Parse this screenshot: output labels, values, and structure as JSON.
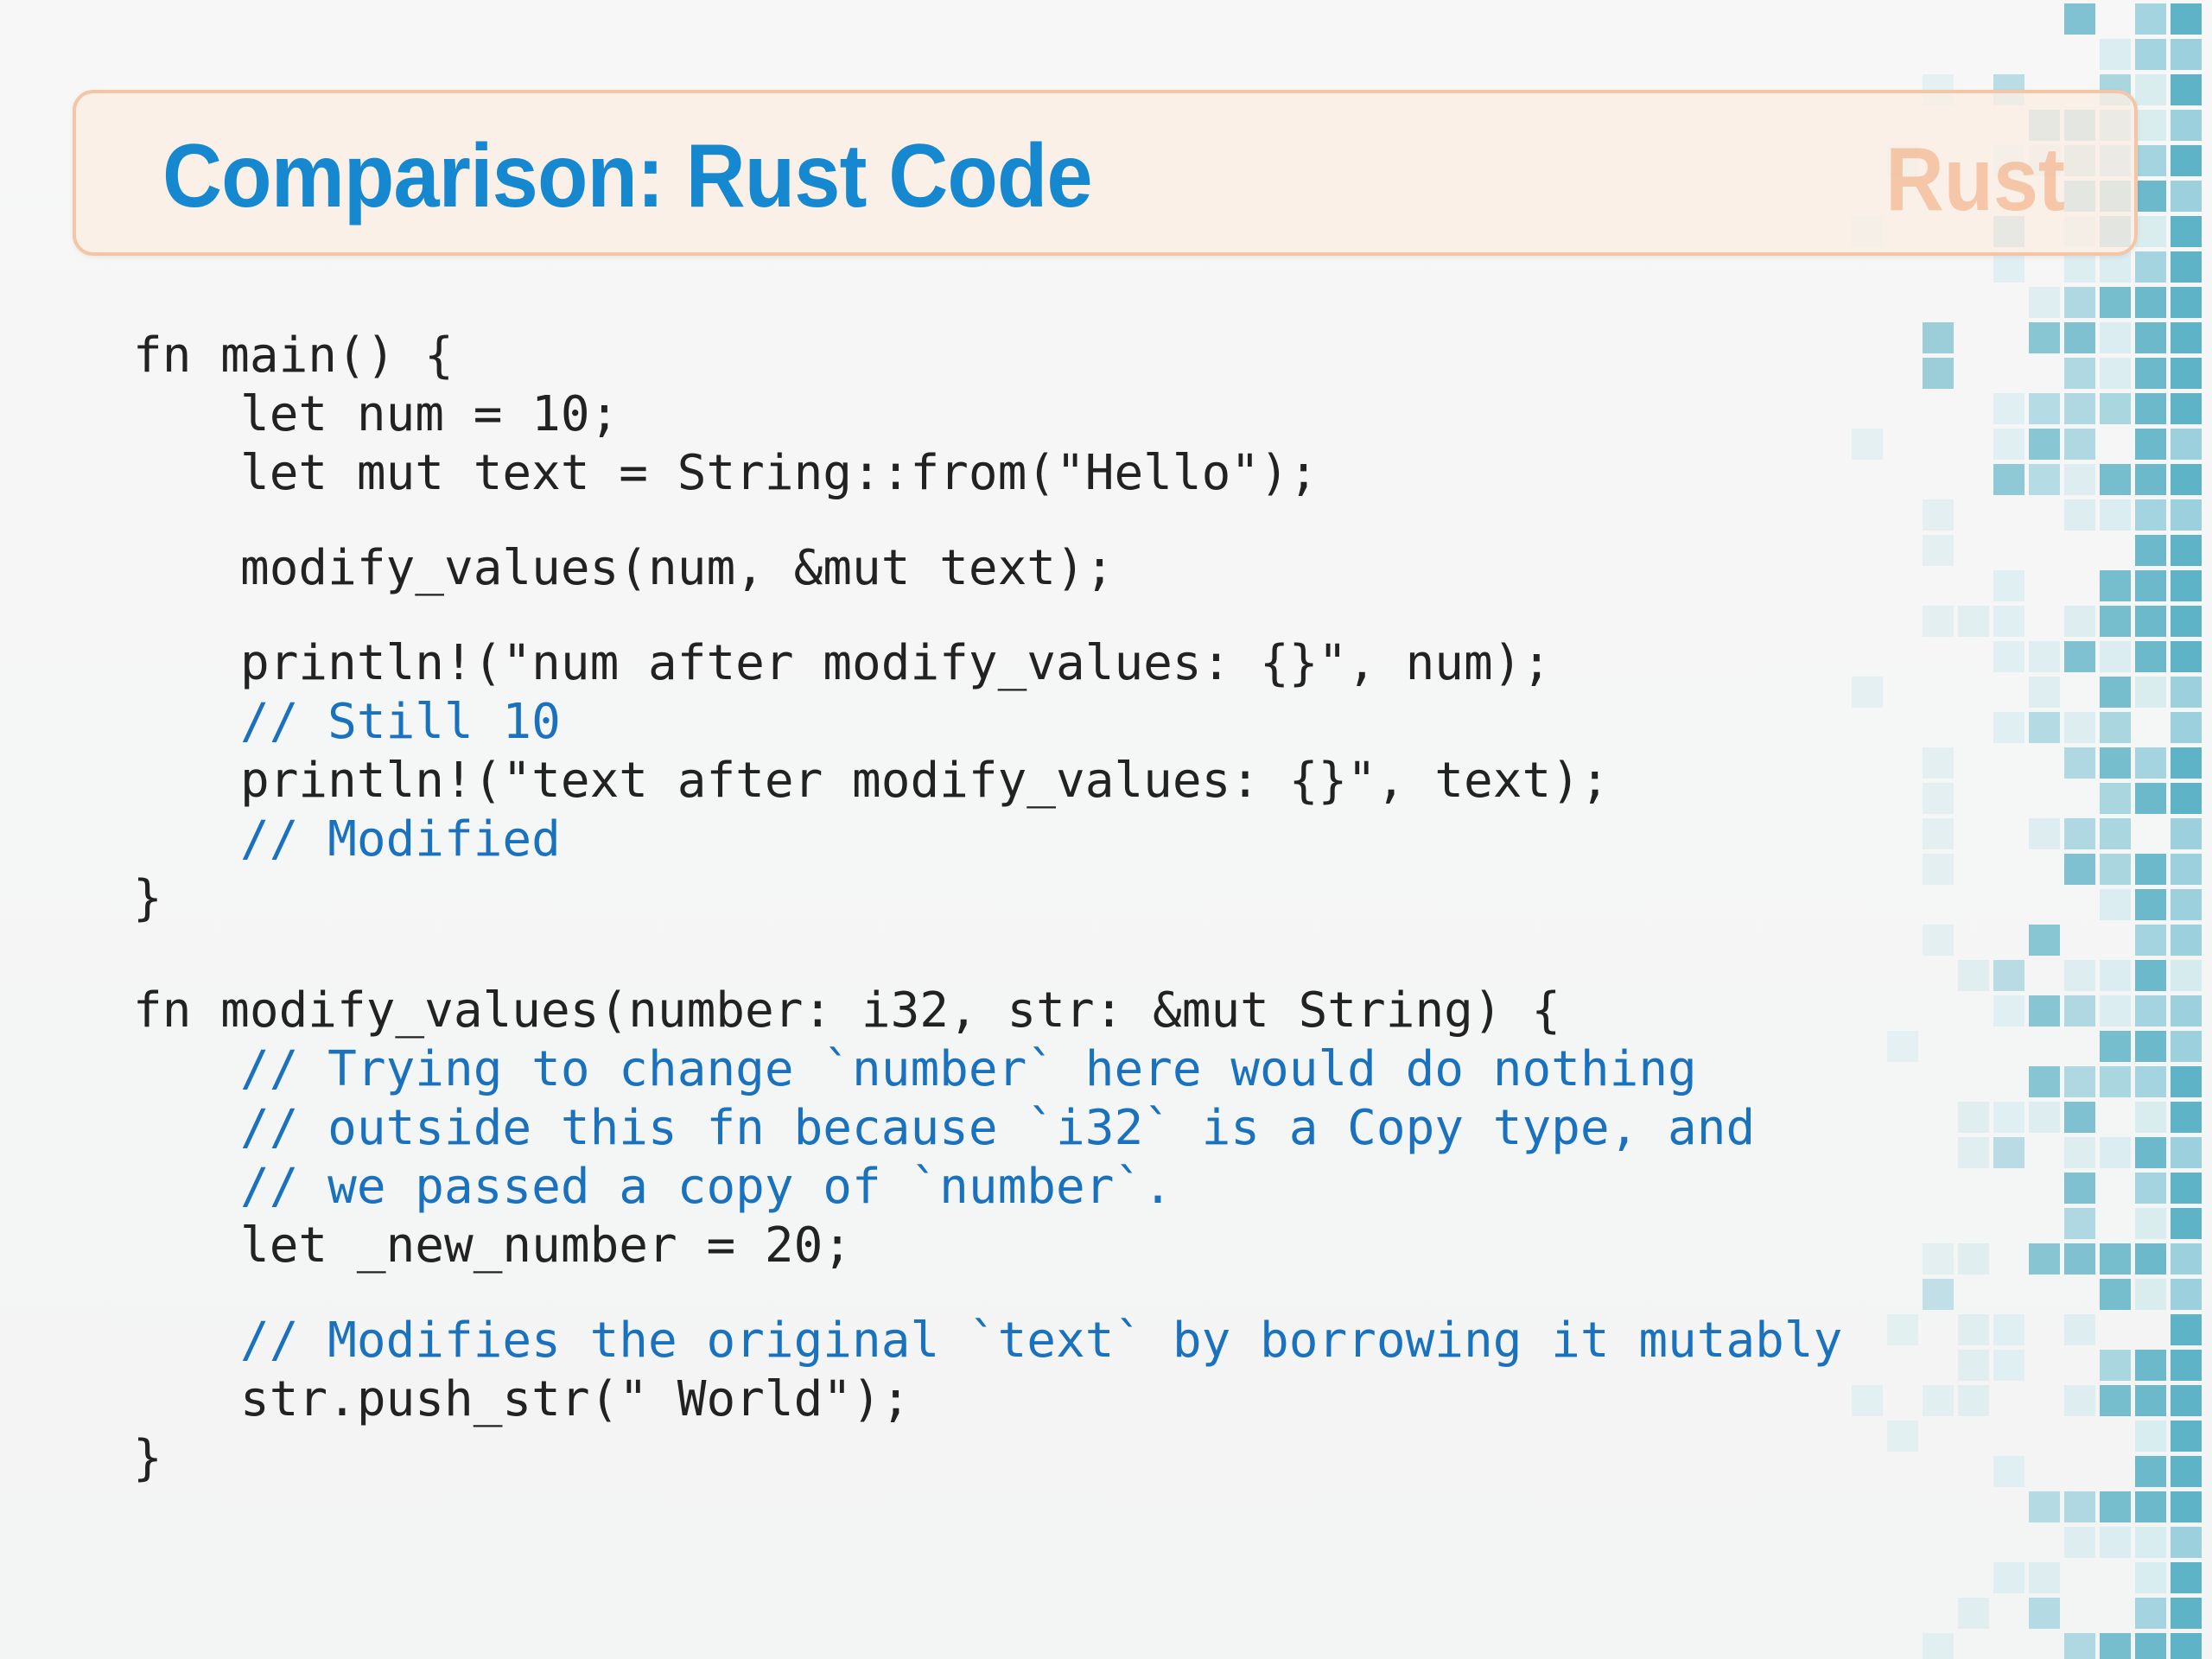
{
  "slide": {
    "title": "Comparison: Rust Code",
    "logo_text": "Rust"
  },
  "code": {
    "lines": [
      {
        "text": "fn main() {",
        "kind": "code",
        "indent": 0
      },
      {
        "text": "let num = 10;",
        "kind": "code",
        "indent": 1
      },
      {
        "text": "let mut text = String::from(\"Hello\");",
        "kind": "code",
        "indent": 1
      },
      {
        "text": "modify_values(num, &mut text);",
        "kind": "code",
        "indent": 1
      },
      {
        "text": "println!(\"num after modify_values: {}\", num);",
        "kind": "code",
        "indent": 1
      },
      {
        "text": "// Still 10",
        "kind": "comment",
        "indent": 1
      },
      {
        "text": "println!(\"text after modify_values: {}\", text);",
        "kind": "code",
        "indent": 1
      },
      {
        "text": "// Modified",
        "kind": "comment",
        "indent": 1
      },
      {
        "text": "}",
        "kind": "code",
        "indent": 0
      },
      {
        "text": "fn modify_values(number: i32, str: &mut String) {",
        "kind": "code",
        "indent": 0
      },
      {
        "text": "// Trying to change `number` here would do nothing",
        "kind": "comment",
        "indent": 1
      },
      {
        "text": "// outside this fn because `i32` is a Copy type, and",
        "kind": "comment",
        "indent": 1
      },
      {
        "text": "// we passed a copy of `number`.",
        "kind": "comment",
        "indent": 1
      },
      {
        "text": "let _new_number = 20;",
        "kind": "code",
        "indent": 1
      },
      {
        "text": "// Modifies the original `text` by borrowing it mutably",
        "kind": "comment",
        "indent": 1
      },
      {
        "text": "str.push_str(\" World\");",
        "kind": "code",
        "indent": 1
      },
      {
        "text": "}",
        "kind": "code",
        "indent": 0
      }
    ]
  },
  "colors": {
    "title": "#1688cf",
    "comment": "#1a72bf",
    "code": "#222222",
    "title_border": "#f4c6a6",
    "logo": "#f4ba96",
    "mosaic_dark": "#5fb3c7",
    "mosaic_mid": "#9cd0dc",
    "mosaic_light": "#d6ebee"
  }
}
